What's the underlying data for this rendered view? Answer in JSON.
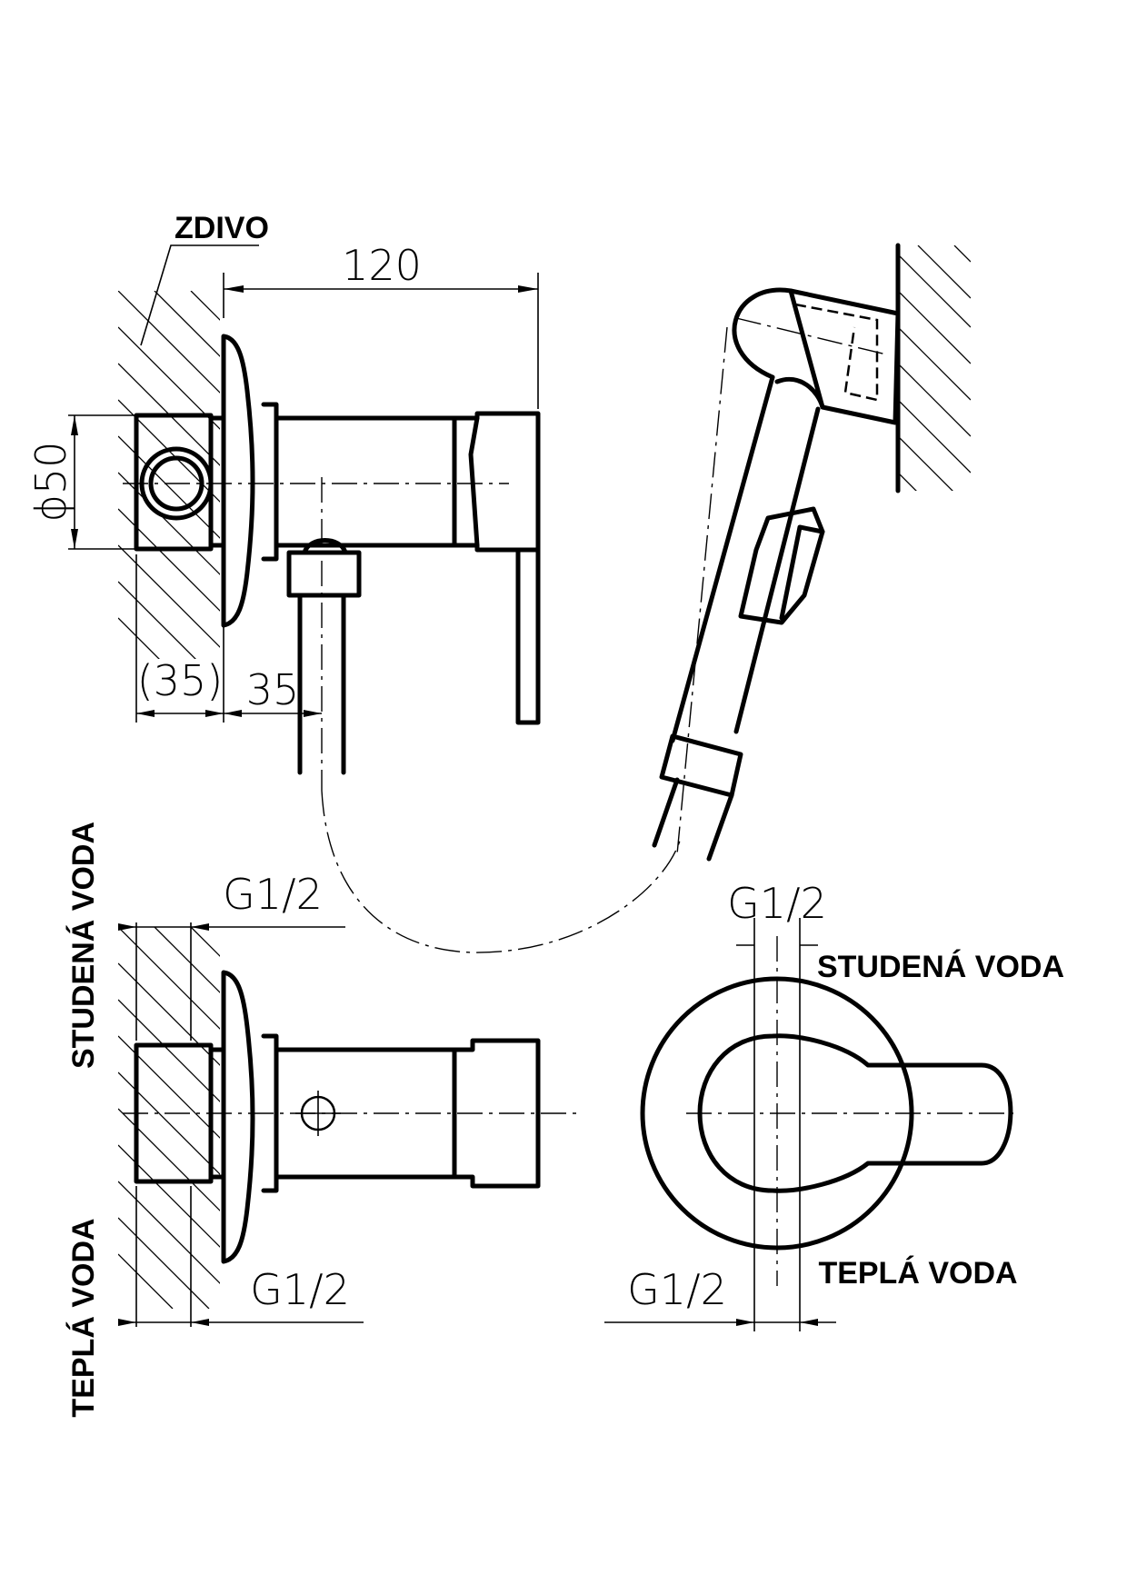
{
  "labels": {
    "wall": "ZDIVO",
    "cold_water": "STUDENÁ VODA",
    "hot_water": "TEPLÁ VODA"
  },
  "dimensions": {
    "length": "120",
    "diameter": "ϕ50",
    "wall_depth": "(35)",
    "outlet_offset": "35",
    "thread": "G1/2"
  }
}
